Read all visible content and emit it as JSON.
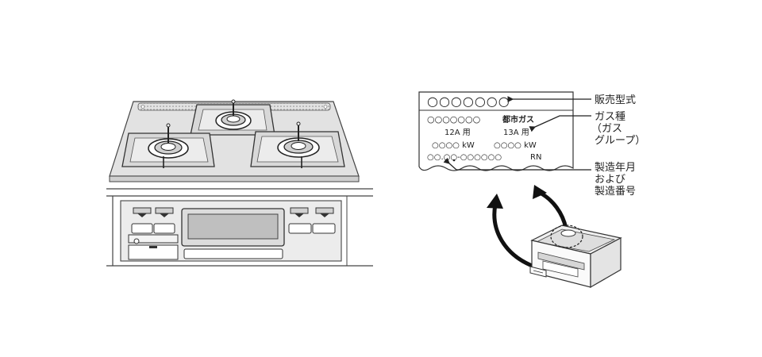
{
  "nameplate": {
    "model_placeholder": "○○○○○○○",
    "row1_left": "○○○○○○○",
    "row1_right": "都市ガス",
    "row2_left": "12A 用",
    "row2_right": "13A 用",
    "row3_left": "○○○○ kW",
    "row3_right": "○○○○ kW",
    "row4_left": "○○.○○-○○○○○○",
    "row4_right": "RN"
  },
  "callouts": {
    "model": "販売型式",
    "gas_line1": "ガス種",
    "gas_line2": "（ガス",
    "gas_line3": "グループ）",
    "serial_line1": "製造年月",
    "serial_line2": "および",
    "serial_line3": "製造番号"
  }
}
